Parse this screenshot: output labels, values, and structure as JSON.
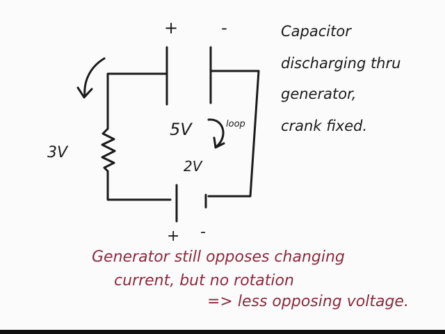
{
  "labels": {
    "cap_plus": "+",
    "cap_minus": "-",
    "gen_plus": "+",
    "gen_minus": "-",
    "cap_voltage": "5V",
    "loop": "loop",
    "gen_voltage": "2V",
    "resistor_voltage": "3V"
  },
  "notes": {
    "side": [
      "Capacitor",
      "discharging thru",
      "generator,",
      "crank fixed."
    ],
    "bottom": [
      "Generator still opposes changing",
      "current, but no rotation",
      "=> less opposing voltage."
    ]
  },
  "colors": {
    "ink": "#1a1a1a",
    "accent": "#8a2a3e",
    "background": "#fbfbfb"
  }
}
